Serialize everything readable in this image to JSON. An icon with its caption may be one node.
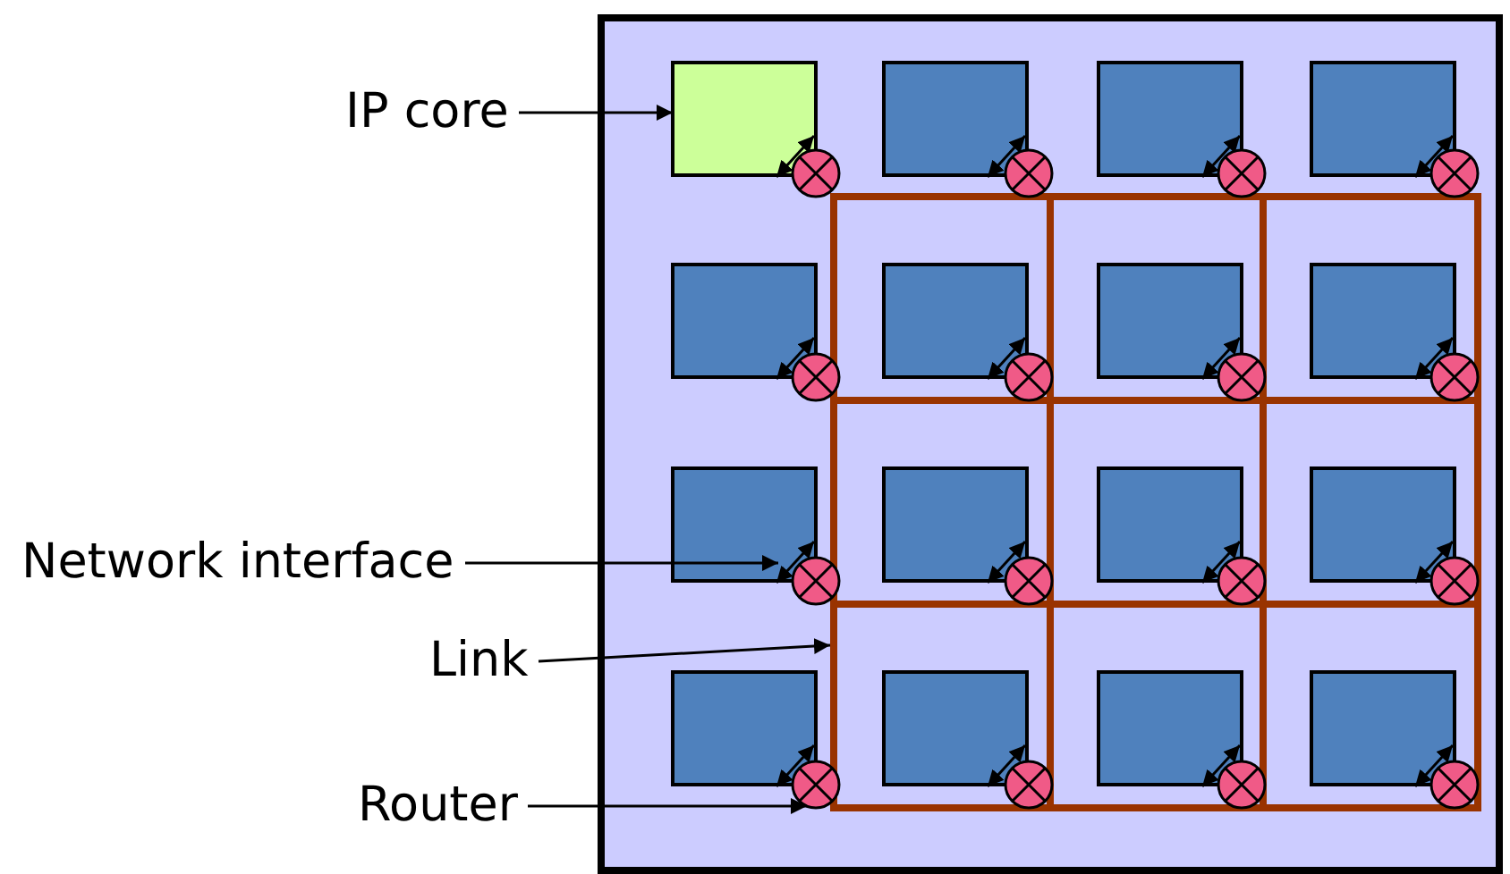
{
  "diagram": {
    "nodes": [
      {
        "text": [
          "IP core"
        ]
      },
      {
        "text": [],
        "shape": "box"
      },
      {
        "text": [
          "Network interface"
        ]
      },
      {
        "text": [
          "Link"
        ]
      },
      {
        "text": [
          "Router"
        ]
      },
      {
        "text": [],
        "shape": "circle"
      },
      {
        "text": [],
        "shape": "grid"
      },
      {
        "text": [],
        "shape": "arrow"
      }
    ],
    "edges": [
      {
        "from": 0,
        "to": 1,
        "arrow": "to"
      },
      {
        "from": 2,
        "to": 7,
        "arrow": "to"
      },
      {
        "from": 3,
        "to": 6,
        "arrow": "to"
      },
      {
        "from": 4,
        "to": 5,
        "arrow": "to"
      }
    ]
  }
}
